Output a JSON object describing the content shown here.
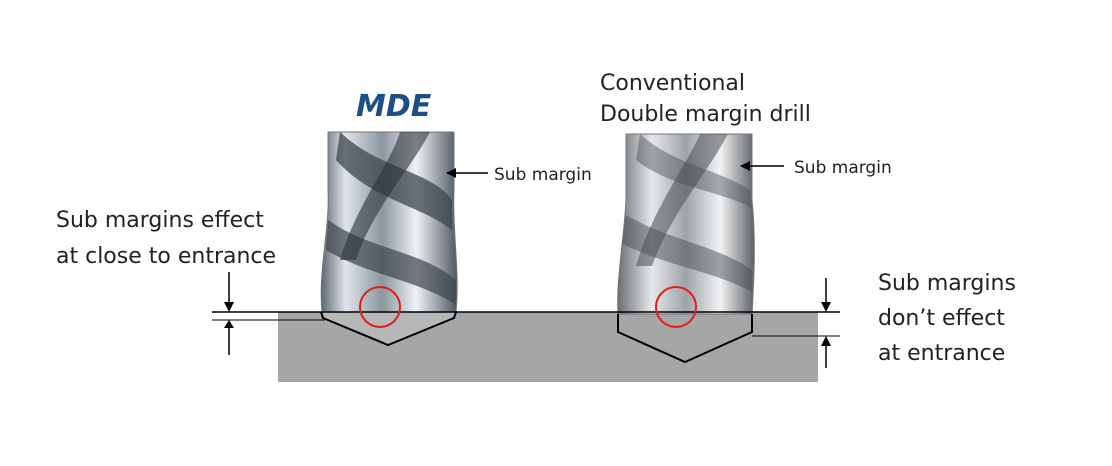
{
  "brand": {
    "name": "MDE",
    "color": "#1c4f86"
  },
  "labels": {
    "conventional_line1": "Conventional",
    "conventional_line2": "Double margin drill",
    "sub_margin_left": "Sub margin",
    "sub_margin_right": "Sub margin",
    "left_note_line1": "Sub margins effect",
    "left_note_line2": "at close to entrance",
    "right_note_line1": "Sub margins",
    "right_note_line2": "don’t effect",
    "right_note_line3": "at entrance"
  },
  "colors": {
    "workpiece": "#a6a6a6",
    "highlight_circle": "#e0201c",
    "line": "#000000",
    "drill_metal": "#b9c2c9"
  },
  "icons": {
    "left_drill": "mde-drill-image",
    "right_drill": "conventional-drill-image"
  }
}
